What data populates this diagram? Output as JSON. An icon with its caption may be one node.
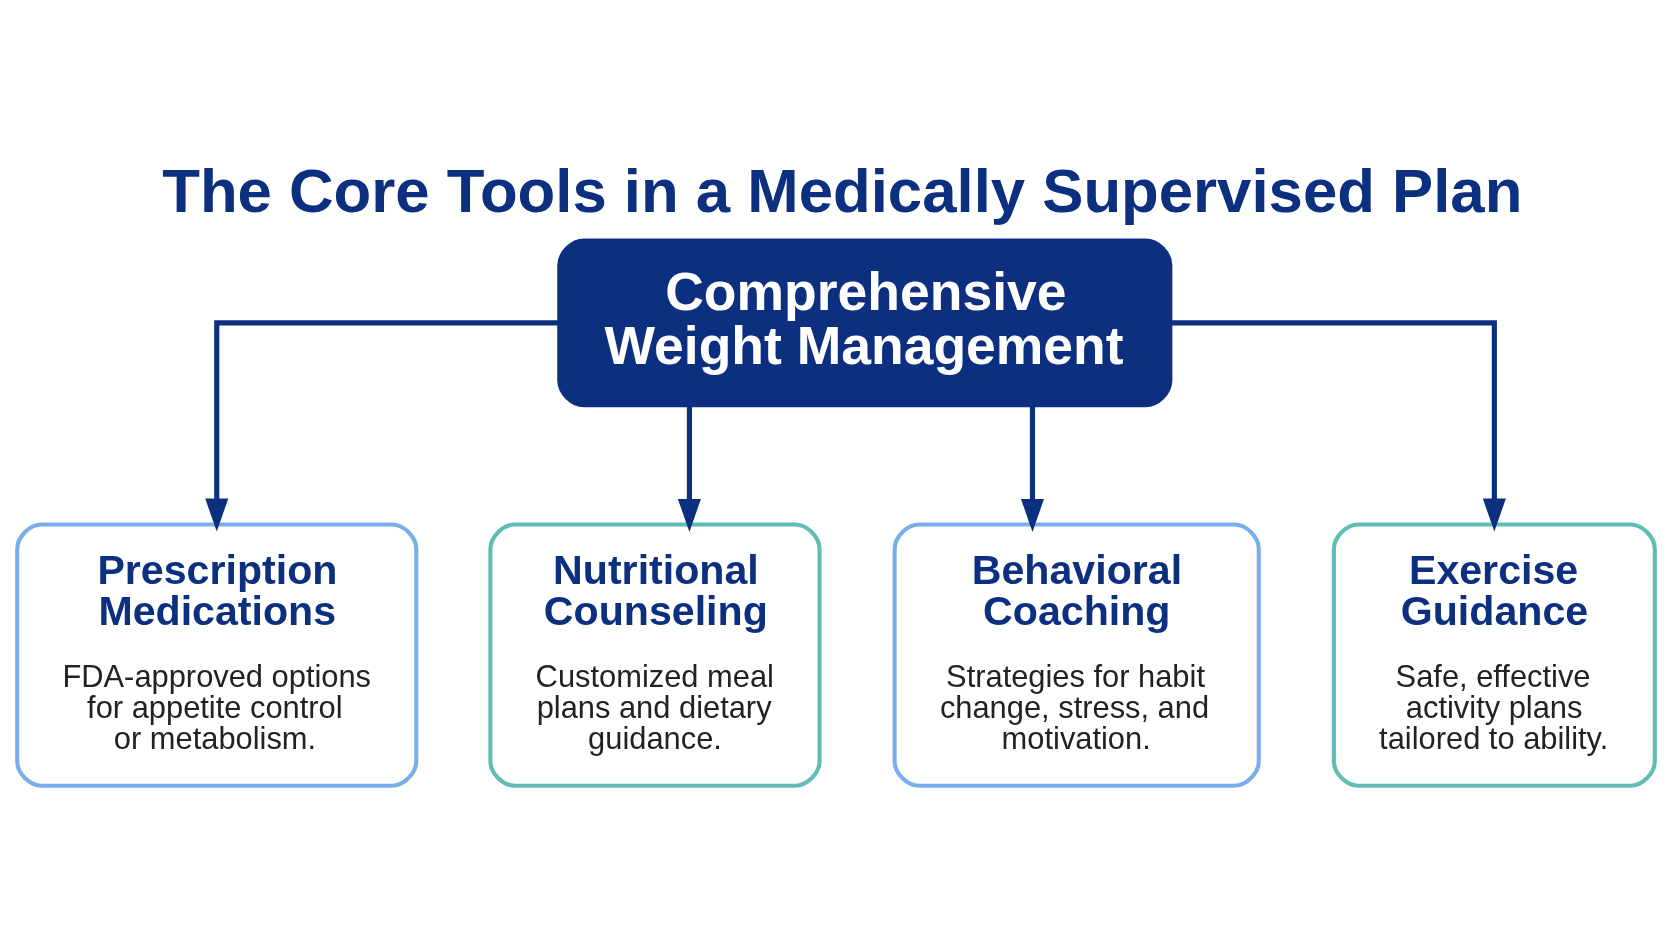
{
  "diagram": {
    "title": "The Core Tools in a Medically Supervised Plan",
    "nodes": [
      {
        "text": [
          "Comprehensive Weight Management"
        ]
      },
      {
        "text": [
          "Prescription Medications",
          "FDA-approved options for appetite control or metabolism."
        ]
      },
      {
        "text": [
          "Nutritional Counseling",
          "Customized meal plans and dietary guidance."
        ]
      },
      {
        "text": [
          "Behavioral Coaching",
          "Strategies for habit change, stress, and motivation."
        ]
      },
      {
        "text": [
          "Exercise Guidance",
          "Safe, effective activity plans tailored to ability."
        ]
      }
    ],
    "edges": [
      {
        "from": 0,
        "to": 1,
        "arrow": "to"
      },
      {
        "from": 0,
        "to": 2,
        "arrow": "to"
      },
      {
        "from": 0,
        "to": 3,
        "arrow": "to"
      },
      {
        "from": 0,
        "to": 4,
        "arrow": "to"
      }
    ]
  }
}
